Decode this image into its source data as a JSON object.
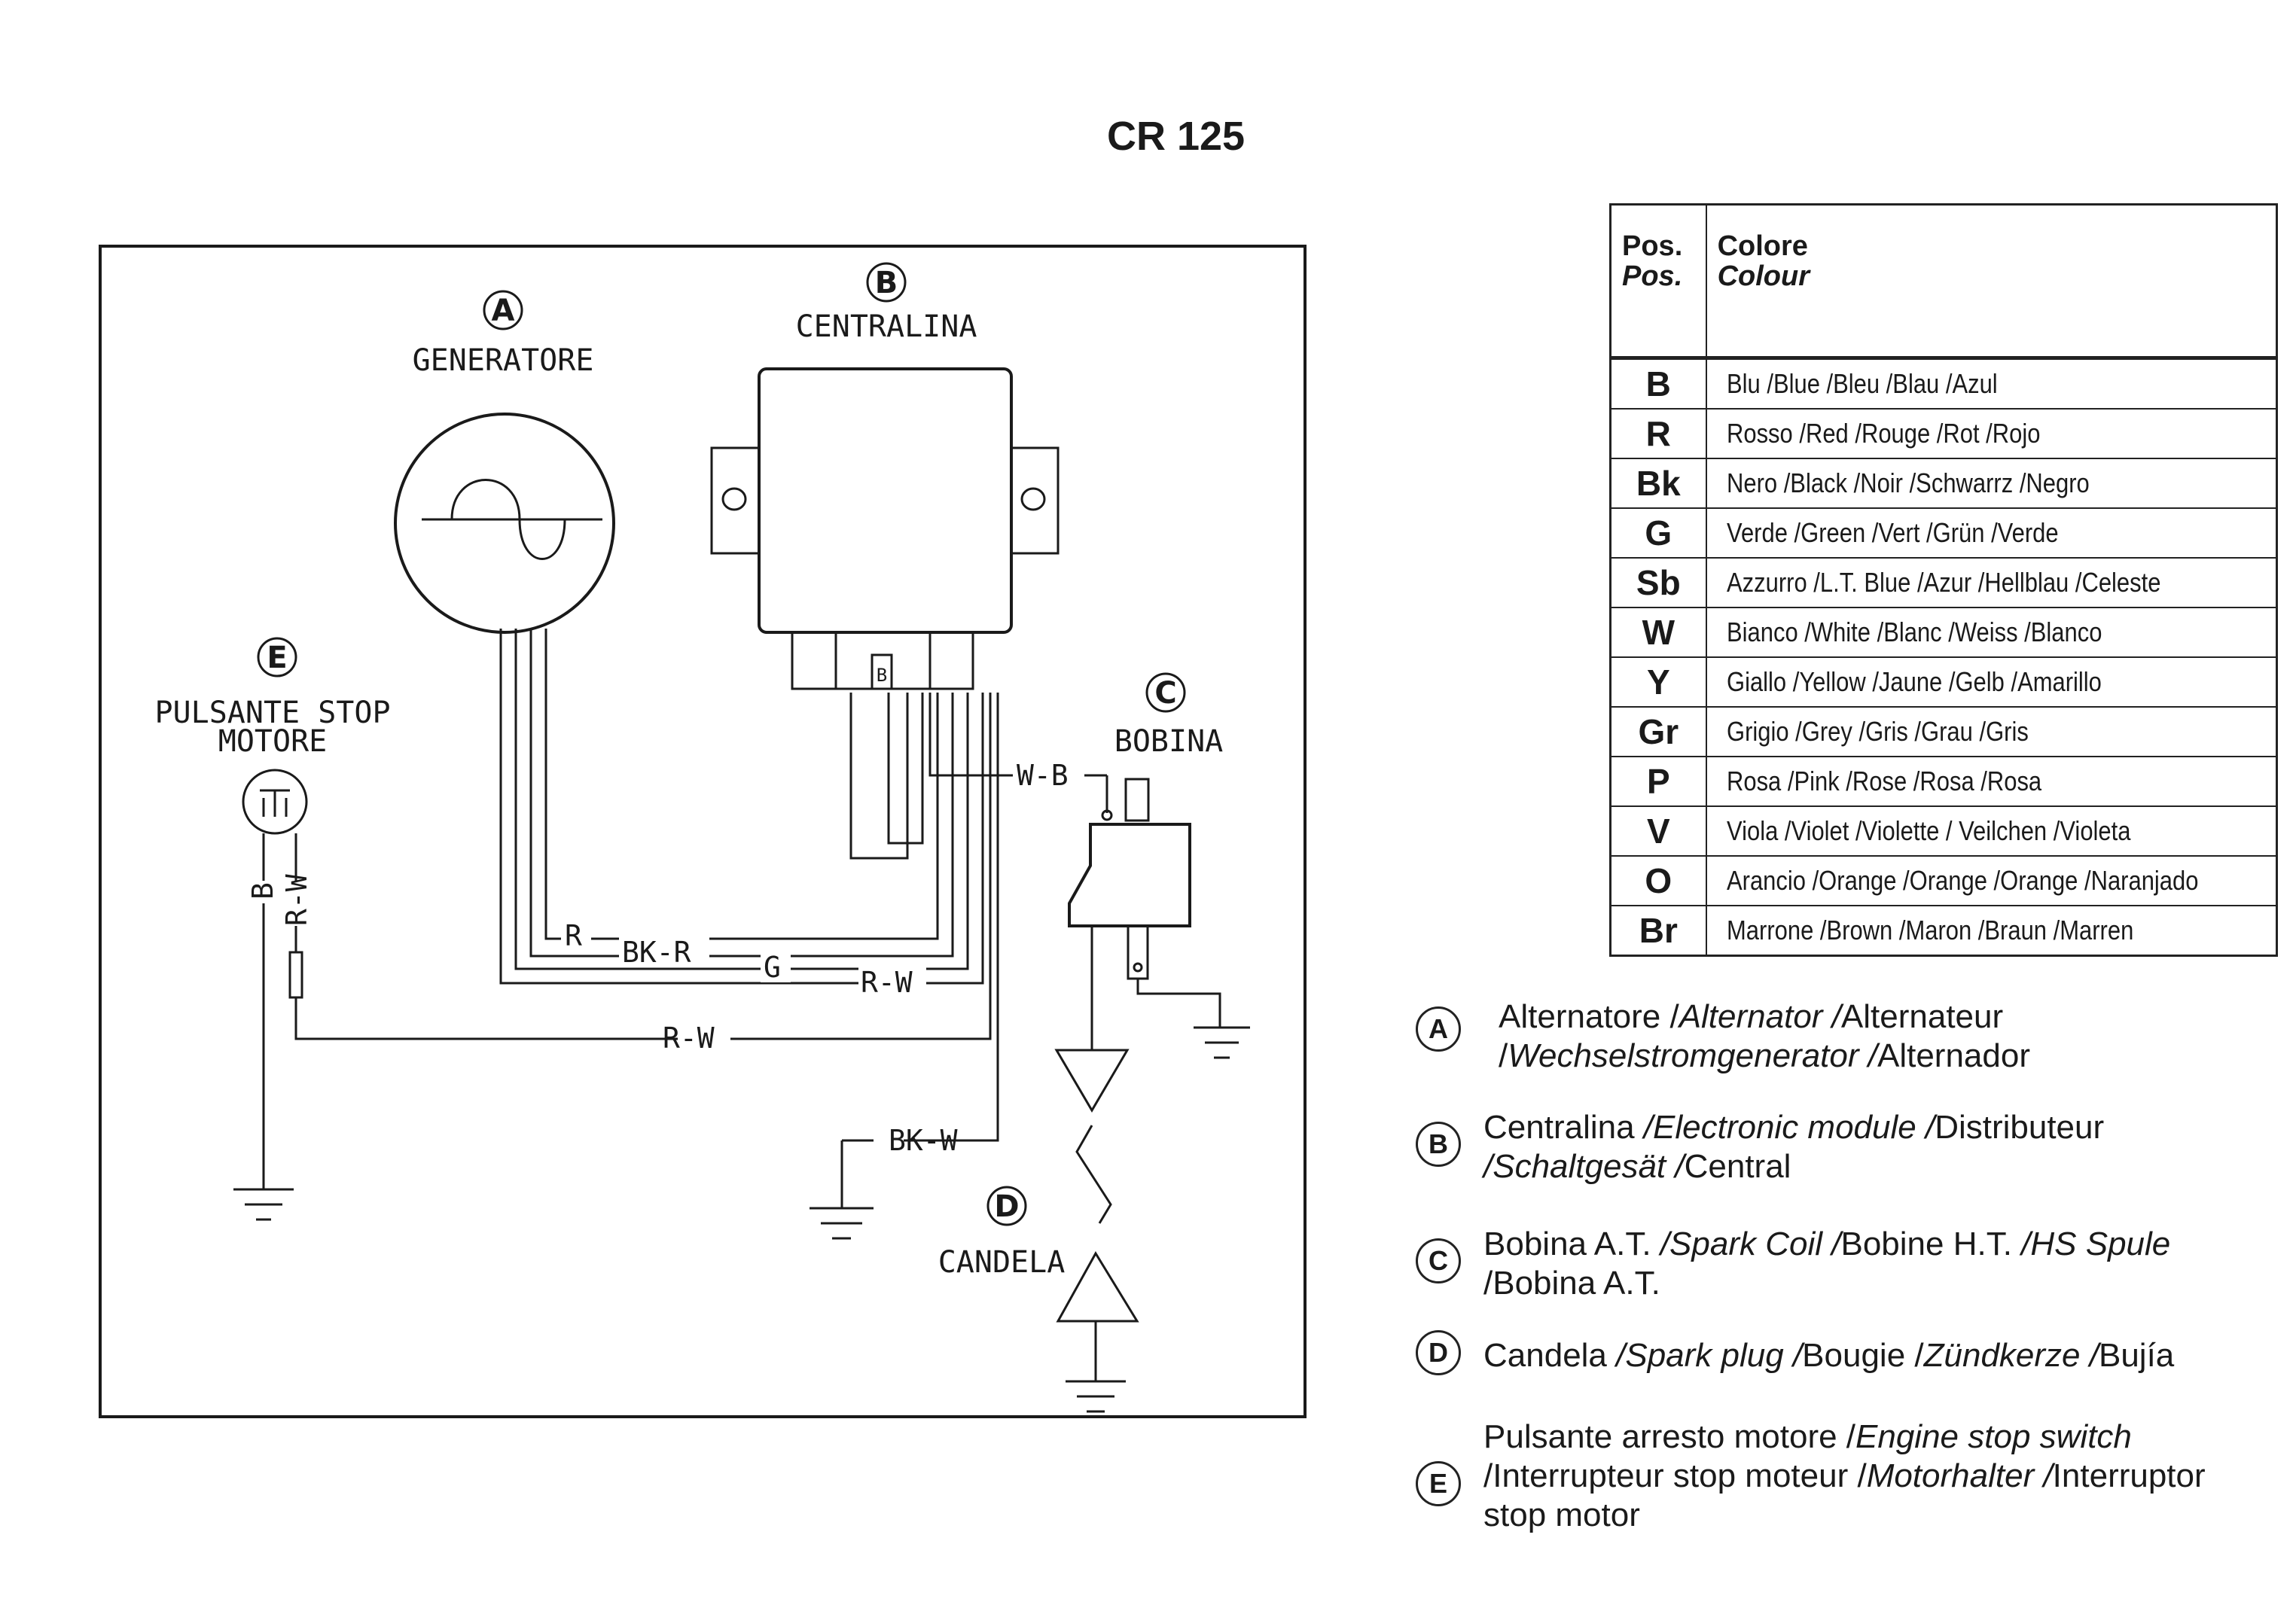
{
  "title": "CR 125",
  "components": {
    "A": {
      "letter": "A",
      "name": "GENERATORE"
    },
    "B": {
      "letter": "B",
      "name": "CENTRALINA",
      "connector_mark": "B"
    },
    "C": {
      "letter": "C",
      "name": "BOBINA"
    },
    "D": {
      "letter": "D",
      "name": "CANDELA"
    },
    "E": {
      "letter": "E",
      "name_line1": "PULSANTE STOP",
      "name_line2": "MOTORE"
    }
  },
  "wires": {
    "r": "R",
    "bkr": "BK-R",
    "g": "G",
    "rw_gen": "R-W",
    "rw_switch": "R-W",
    "wb": "W-B",
    "bkw": "BK-W",
    "switch_b": "B",
    "switch_rw": "R-W"
  },
  "color_table": {
    "header_pos_1": "Pos.",
    "header_pos_2": "Pos.",
    "header_col_1": "Colore",
    "header_col_2": "Colour",
    "rows": [
      {
        "code": "B",
        "names": "Blu /Blue /Bleu /Blau /Azul"
      },
      {
        "code": "R",
        "names": "Rosso /Red /Rouge /Rot /Rojo"
      },
      {
        "code": "Bk",
        "names": "Nero /Black /Noir /Schwarrz /Negro"
      },
      {
        "code": "G",
        "names": "Verde /Green /Vert /Grün /Verde"
      },
      {
        "code": "Sb",
        "names": "Azzurro /L.T. Blue /Azur /Hellblau /Celeste"
      },
      {
        "code": "W",
        "names": "Bianco /White /Blanc /Weiss /Blanco"
      },
      {
        "code": "Y",
        "names": "Giallo /Yellow /Jaune /Gelb /Amarillo"
      },
      {
        "code": "Gr",
        "names": "Grigio /Grey /Gris /Grau /Gris"
      },
      {
        "code": "P",
        "names": "Rosa /Pink /Rose /Rosa /Rosa"
      },
      {
        "code": "V",
        "names": "Viola /Violet /Violette / Veilchen /Violeta"
      },
      {
        "code": "O",
        "names": "Arancio /Orange /Orange /Orange /Naranjado"
      },
      {
        "code": "Br",
        "names": "Marrone /Brown /Maron /Braun /Marren"
      }
    ]
  },
  "legend": {
    "A": {
      "letter": "A",
      "l1a": "Alternatore /",
      "l1b": "Alternator /",
      "l1c": "Alternateur",
      "l2a": "/",
      "l2b": "Wechselstromgenerator /",
      "l2c": "Alternador"
    },
    "B": {
      "letter": "B",
      "l1a": "Centralina ",
      "l1b": "/Electronic module /",
      "l1c": "Distributeur",
      "l2a": "",
      "l2b": "/Schaltgesät  /",
      "l2c": "Central"
    },
    "C": {
      "letter": "C",
      "l1a": "Bobina A.T. ",
      "l1b": "/Spark Coil /",
      "l1c": "Bobine H.T. ",
      "l1d": "/HS Spule",
      "l2a": "/Bobina A.T."
    },
    "D": {
      "letter": "D",
      "l1a": "Candela ",
      "l1b": "/Spark plug /",
      "l1c": "Bougie /",
      "l1d": "Zündkerze /",
      "l1e": "Bujía"
    },
    "E": {
      "letter": "E",
      "l1a": "Pulsante arresto motore /",
      "l1b": "Engine stop switch",
      "l2a": "/Interrupteur stop moteur /",
      "l2b": "Motorhalter /",
      "l2c": "Interruptor",
      "l3a": "stop motor"
    }
  }
}
